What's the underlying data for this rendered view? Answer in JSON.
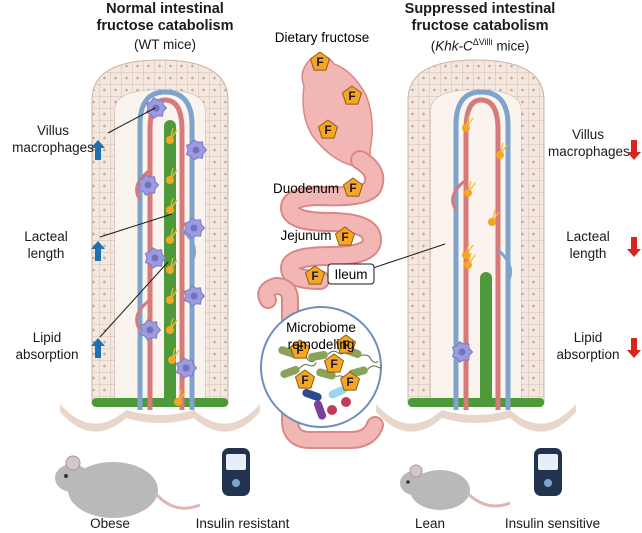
{
  "left_panel": {
    "title_line1": "Normal intestinal",
    "title_line2": "fructose catabolism",
    "subtitle": "(WT mice)",
    "labels": {
      "villus_line1": "Villus",
      "villus_line2": "macrophages",
      "lacteal_line1": "Lacteal",
      "lacteal_line2": "length",
      "lipid_line1": "Lipid",
      "lipid_line2": "absorption"
    },
    "trend": "up",
    "arrow_color": "#1f6fb5",
    "phenotype_mouse": "Obese",
    "phenotype_glucose": "Insulin resistant"
  },
  "right_panel": {
    "title_line1": "Suppressed intestinal",
    "title_line2": "fructose catabolism",
    "subtitle_prefix": "(",
    "subtitle_gene": "Khk-C",
    "subtitle_super": "ΔVilli",
    "subtitle_suffix": " mice)",
    "labels": {
      "villus_line1": "Villus",
      "villus_line2": "macrophages",
      "lacteal_line1": "Lacteal",
      "lacteal_line2": "length",
      "lipid_line1": "Lipid",
      "lipid_line2": "absorption"
    },
    "trend": "down",
    "arrow_color": "#d7261e",
    "phenotype_mouse": "Lean",
    "phenotype_glucose": "Insulin sensitive"
  },
  "center": {
    "dietary_fructose": "Dietary fructose",
    "fructose_letter": "F",
    "duodenum": "Duodenum",
    "jejunum": "Jejunum",
    "ileum": "Ileum",
    "microbiome_line1": "Microbiome",
    "microbiome_line2": "remodeling"
  },
  "colors": {
    "gut": "#f2b7b5",
    "gut_outline": "#d98886",
    "fructose": "#f6a623",
    "lacteal": "#4e9a3a",
    "blood_red": "#d77a7a",
    "blood_blue": "#7fa4cc",
    "macrophage": "#9c9be0",
    "epithelium": "#f0e4dc"
  }
}
